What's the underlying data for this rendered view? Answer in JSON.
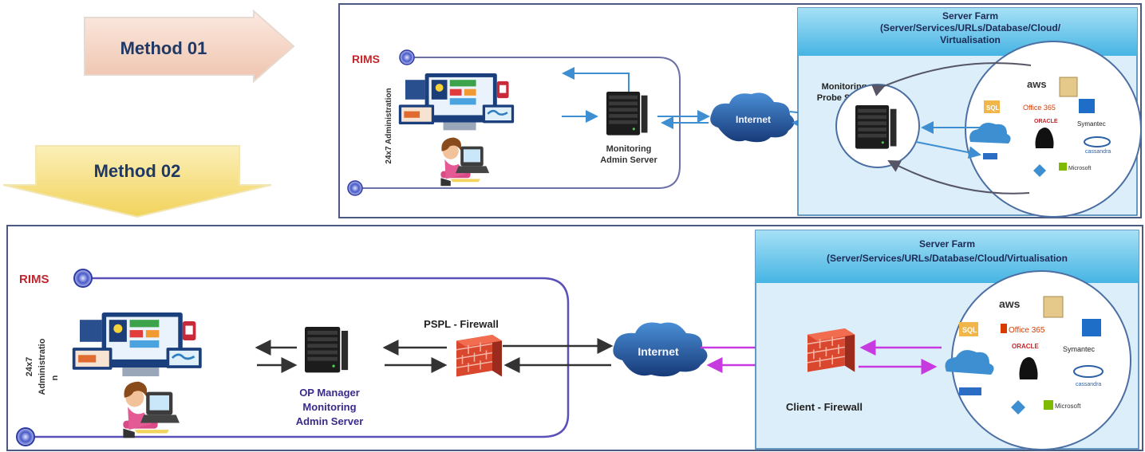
{
  "method1": {
    "label": "Method 01",
    "rims": "RIMS",
    "admin_label": "24x7 Administration",
    "admin_server": [
      "Monitoring",
      "Admin Server"
    ],
    "internet": "Internet",
    "server_farm_title": [
      "Server Farm",
      "(Server/Services/URLs/Database/Cloud/",
      "Virtualisation"
    ],
    "probe_server": [
      "Monitoring",
      "Probe Server"
    ]
  },
  "method2": {
    "label": "Method 02",
    "rims": "RIMS",
    "admin_label": [
      "24x7",
      "Administratio",
      "n"
    ],
    "admin_server": [
      "OP Manager",
      "Monitoring",
      "Admin Server"
    ],
    "firewall_label": "PSPL - Firewall",
    "internet": "Internet",
    "server_farm_title": [
      "Server Farm",
      "(Server/Services/URLs/Database/Cloud/Virtualisation"
    ],
    "client_firewall": "Client - Firewall"
  },
  "service_logos": [
    "aws",
    "Office 365",
    "ORACLE",
    "Symantec",
    "cassandra",
    "Microsoft",
    "SQL",
    "Azure"
  ],
  "colors": {
    "method1_arrow": "#f3d5c6",
    "method2_arrow": "#f6e08a",
    "method_text": "#1f3864",
    "rims_red": "#c0272d",
    "frame_border": "#4a5a80",
    "server_farm_header": "#5fc3ea",
    "server_farm_body": "#dbeef9",
    "connector_blue": "#3d8fd1",
    "connector_magenta": "#c63ae0",
    "connector_black": "#333333"
  }
}
